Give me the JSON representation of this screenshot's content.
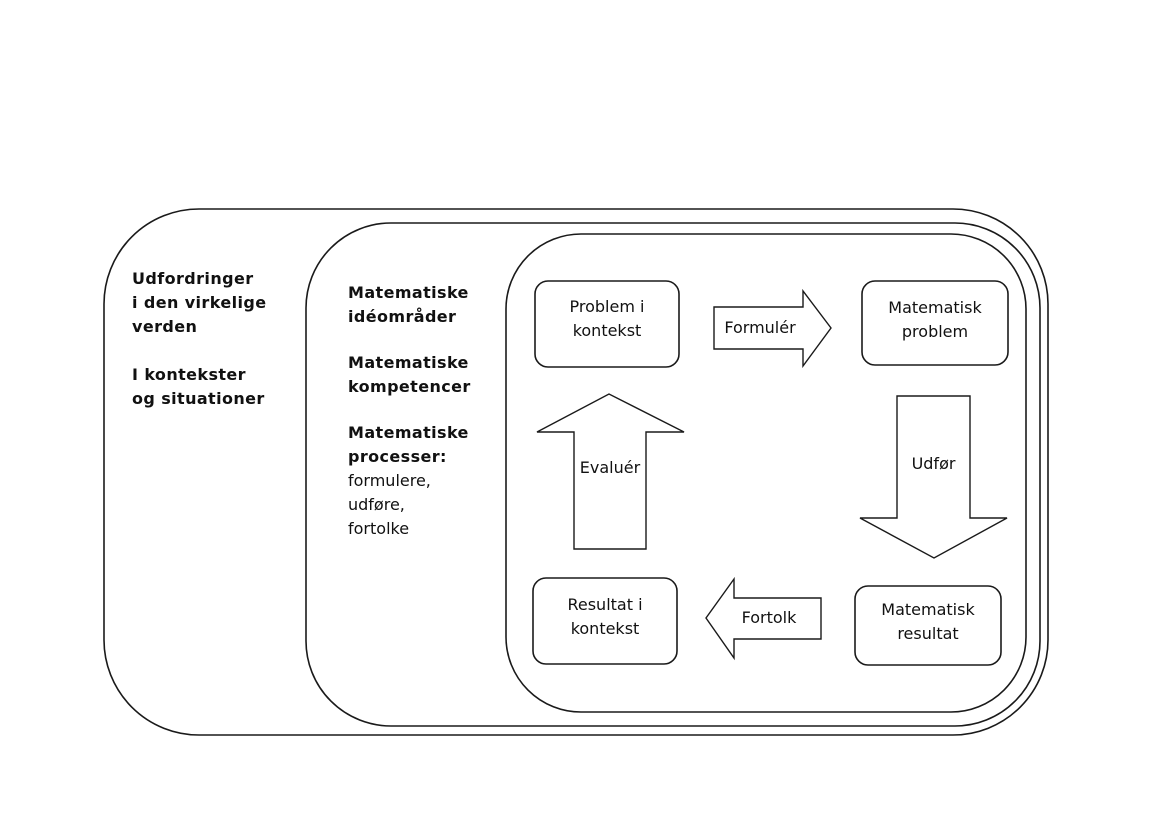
{
  "world": {
    "lines_1": [
      "Udfordringer",
      "i den virkelige",
      "verden"
    ],
    "lines_2": [
      "I kontekster",
      "og situationer"
    ]
  },
  "math": {
    "group_1": [
      "Matematiske",
      "idéområder"
    ],
    "group_2": [
      "Matematiske",
      "kompetencer"
    ],
    "group_3": [
      "Matematiske",
      "processer:"
    ],
    "group_3_items": [
      "formulere,",
      "udføre,",
      "fortolke"
    ]
  },
  "cycle": {
    "problem_in_context": [
      "Problem i",
      "kontekst"
    ],
    "math_problem": [
      "Matematisk",
      "problem"
    ],
    "math_result": [
      "Matematisk",
      "resultat"
    ],
    "result_in_context": [
      "Resultat i",
      "kontekst"
    ],
    "arrows": {
      "formulate": "Formulér",
      "employ": "Udfør",
      "interpret": "Fortolk",
      "evaluate": "Evaluér"
    }
  }
}
